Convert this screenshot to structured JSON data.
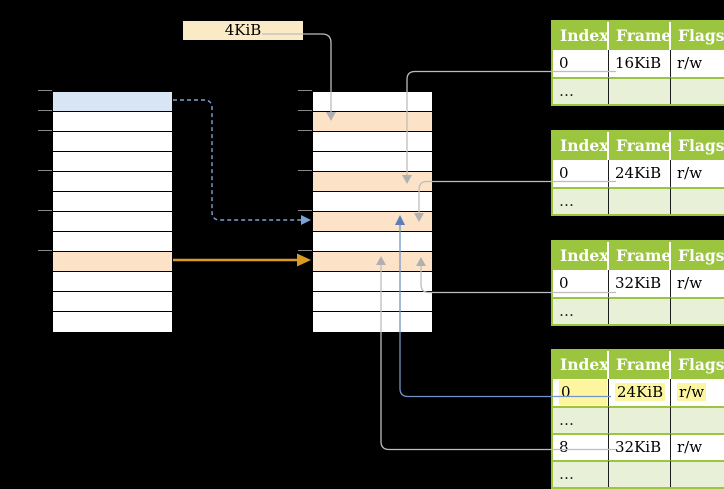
{
  "page_size_label": "4KiB",
  "ellipsis_char": "…",
  "colors": {
    "header_green": "#9cc53f",
    "row_green": "#e8f0d8",
    "highlight_yellow": "#fdf5a0",
    "page_blue": "#d8e5f4",
    "page_orange": "#fce3c8",
    "box_cream": "#faeac6",
    "arrow_gray": "#bdbdbd",
    "arrow_gray_head": "#b0b0b0",
    "arrow_blue": "#7494c7",
    "arrow_blue_head": "#5c7fb8",
    "arrow_blue_dashed": "#7da3d6",
    "arrow_orange": "#d99b23",
    "tick_gray": "#8a8a8a"
  },
  "virtual_column": {
    "rows": [
      "blue",
      "",
      "",
      "",
      "",
      "",
      "",
      "",
      "orange",
      "",
      "",
      ""
    ]
  },
  "physical_column": {
    "rows": [
      "",
      "orange",
      "",
      "",
      "orange",
      "",
      "orange",
      "",
      "orange",
      "",
      "",
      ""
    ]
  },
  "frame_tables": [
    {
      "headers": [
        "Index",
        "Frame",
        "Flags"
      ],
      "rows": [
        {
          "cells": [
            "0",
            "16KiB",
            "r/w"
          ]
        },
        {
          "cells": [
            "…",
            "",
            ""
          ],
          "ellipsis": true
        }
      ]
    },
    {
      "headers": [
        "Index",
        "Frame",
        "Flags"
      ],
      "rows": [
        {
          "cells": [
            "0",
            "24KiB",
            "r/w"
          ]
        },
        {
          "cells": [
            "…",
            "",
            ""
          ],
          "ellipsis": true
        }
      ]
    },
    {
      "headers": [
        "Index",
        "Frame",
        "Flags"
      ],
      "rows": [
        {
          "cells": [
            "0",
            "32KiB",
            "r/w"
          ]
        },
        {
          "cells": [
            "…",
            "",
            ""
          ],
          "ellipsis": true
        }
      ]
    },
    {
      "headers": [
        "Index",
        "Frame",
        "Flags"
      ],
      "rows": [
        {
          "cells": [
            "0",
            "24KiB",
            "r/w"
          ],
          "highlight": true
        },
        {
          "cells": [
            "…",
            "",
            ""
          ],
          "ellipsis": true
        },
        {
          "cells": [
            "8",
            "32KiB",
            "r/w"
          ]
        },
        {
          "cells": [
            "…",
            "",
            ""
          ],
          "ellipsis": true
        }
      ]
    }
  ]
}
